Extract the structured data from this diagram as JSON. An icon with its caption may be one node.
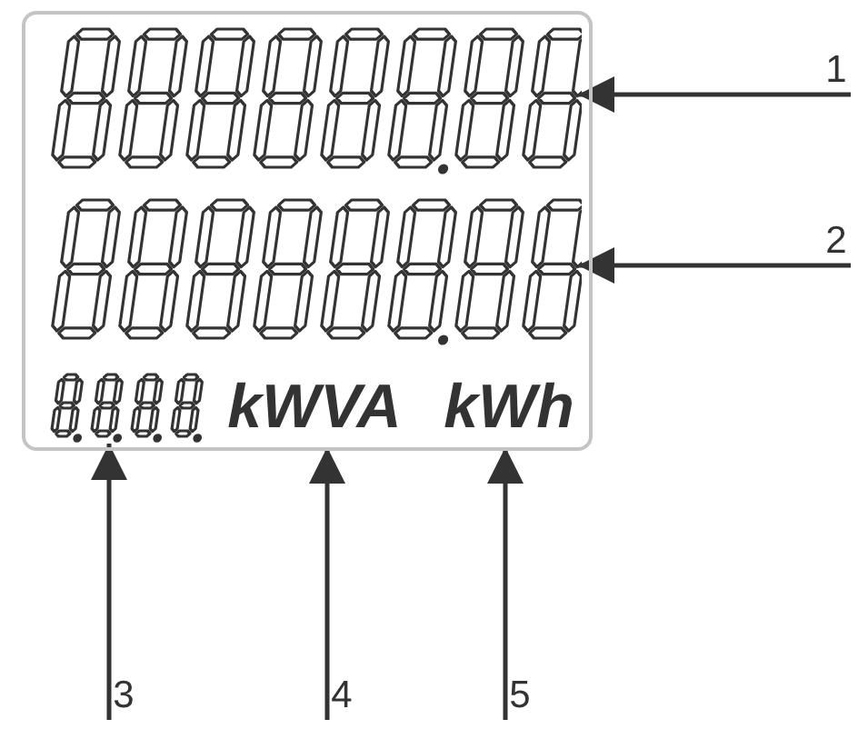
{
  "diagram": {
    "nodes": [
      {
        "text": [],
        "shape": "box"
      },
      {
        "text": [],
        "shape": "picture",
        "in": 0
      },
      {
        "text": [],
        "shape": "picture",
        "in": 0
      },
      {
        "text": [],
        "shape": "picture",
        "in": 0
      },
      {
        "text": [
          "kWVA"
        ],
        "in": 0
      },
      {
        "text": [
          "kWh"
        ],
        "in": 0
      },
      {
        "text": [
          "1"
        ]
      },
      {
        "text": [
          "2"
        ]
      },
      {
        "text": [
          "3"
        ]
      },
      {
        "text": [
          "4"
        ]
      },
      {
        "text": [
          "5"
        ]
      }
    ],
    "edges": [
      {
        "from": 6,
        "to": 1,
        "arrow": "to"
      },
      {
        "from": 7,
        "to": 2,
        "arrow": "to"
      },
      {
        "from": 8,
        "to": 3,
        "arrow": "to"
      },
      {
        "from": 9,
        "to": 4,
        "arrow": "to"
      },
      {
        "from": 10,
        "to": 5,
        "arrow": "to"
      }
    ]
  }
}
